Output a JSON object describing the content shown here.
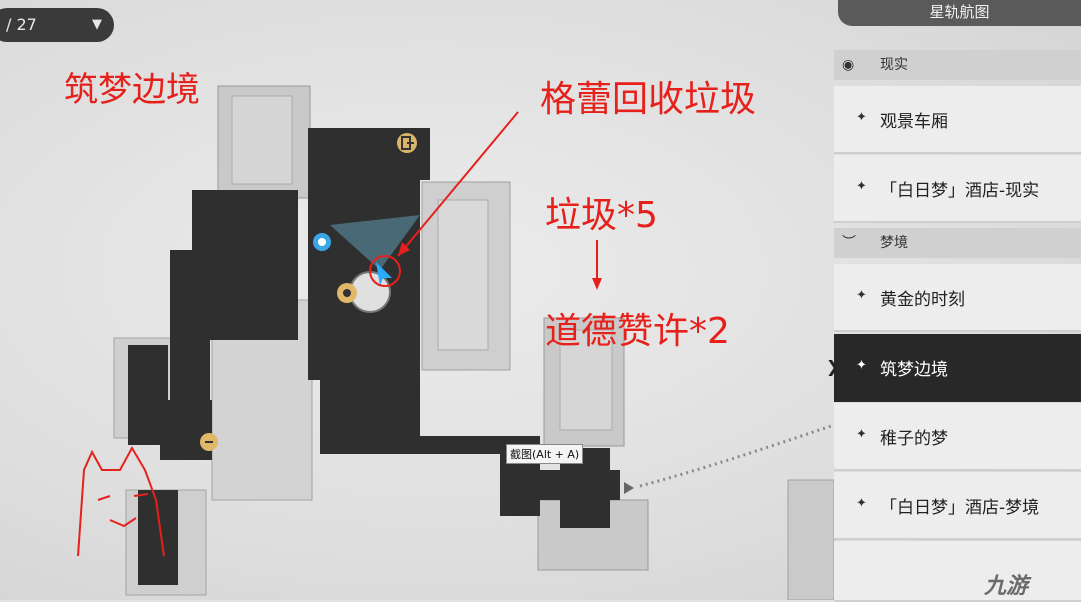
{
  "header": {
    "counter": "/ 27",
    "dropdown_icon": "triangle-down"
  },
  "annotations": {
    "area_name": "筑梦边境",
    "quest": "格蕾回收垃圾",
    "reward_1": "垃圾*5",
    "reward_2": "道德赞许*2"
  },
  "panel": {
    "title": "星轨航图",
    "sections": [
      {
        "icon": "eye-icon",
        "label": "现实",
        "items": [
          {
            "label": "观景车厢"
          },
          {
            "label": "「白日梦」酒店-现实"
          }
        ]
      },
      {
        "icon": "dream-wave-icon",
        "label": "梦境",
        "items": [
          {
            "label": "黄金的时刻"
          },
          {
            "label": "筑梦边境",
            "active": true
          },
          {
            "label": "稚子的梦"
          },
          {
            "label": "「白日梦」酒店-梦境"
          }
        ]
      }
    ]
  },
  "tooltip": "截图(Alt + A)",
  "watermark": "九游",
  "colors": {
    "annotation_red": "#e6211b",
    "active_item_bg": "#282828",
    "map_floor": "#2f2f2f"
  }
}
